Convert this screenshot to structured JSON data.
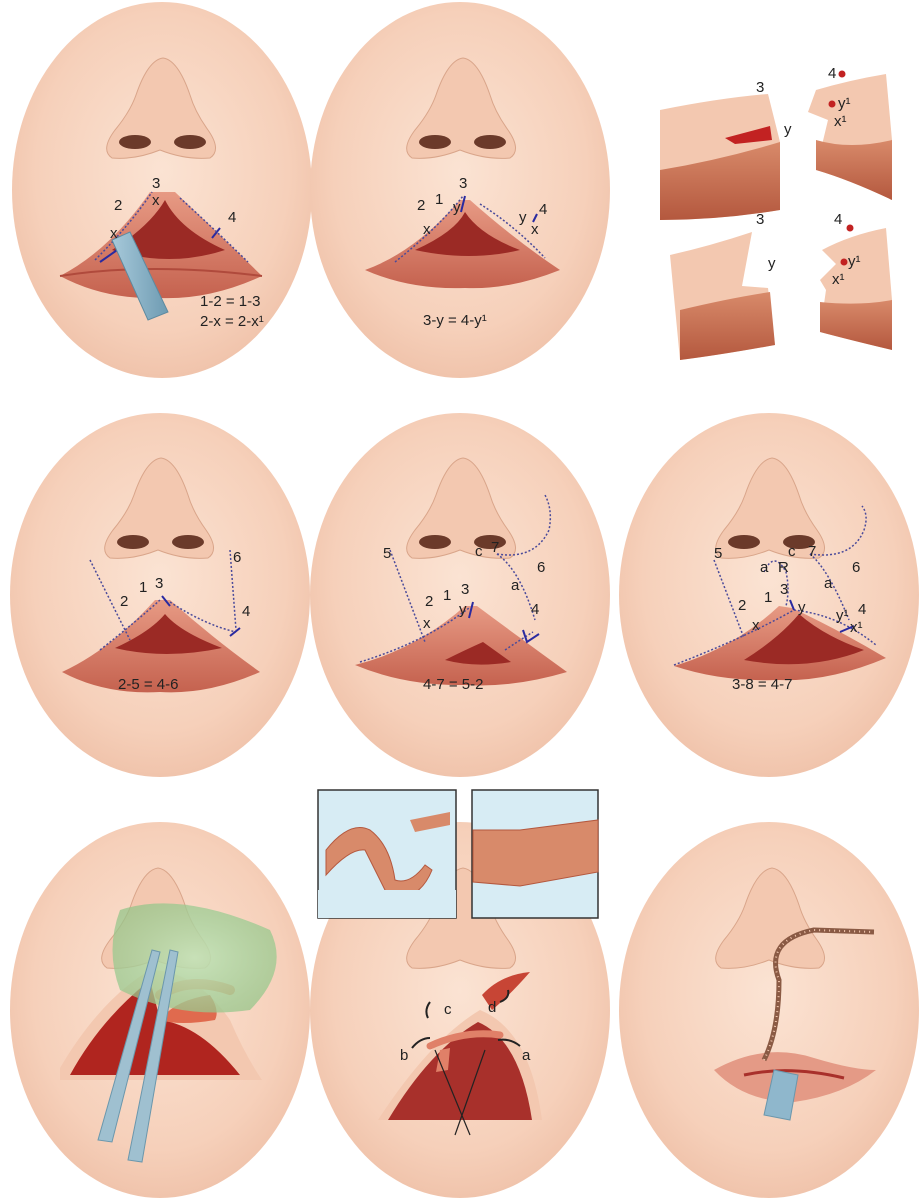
{
  "figure": {
    "panel1": {
      "labels": {
        "n2": "2",
        "n3": "3",
        "nx1": "x",
        "nx2": "x",
        "n4": "4"
      },
      "equations": [
        "1-2 = 1-3",
        "2-x = 2-x¹"
      ]
    },
    "panel2": {
      "labels": {
        "n2": "2",
        "n1": "1",
        "n3": "3",
        "ny1": "y",
        "nx": "x",
        "ny2": "y",
        "n4": "4",
        "nx2": "x"
      },
      "equation": "3-y = 4-y¹"
    },
    "panel3": {
      "labels": {
        "t3": "3",
        "ty": "y",
        "t4": "4",
        "ty1": "y¹",
        "tx1": "x¹",
        "b3": "3",
        "by": "y",
        "b4": "4",
        "by1": "y¹",
        "bx1": "x¹"
      }
    },
    "panel4": {
      "labels": {
        "n2": "2",
        "n1": "1",
        "n3": "3",
        "n6": "6",
        "n4": "4"
      },
      "equation": "2-5 = 4-6"
    },
    "panel5": {
      "labels": {
        "n5": "5",
        "nc": "c",
        "n7": "7",
        "n6": "6",
        "na": "a",
        "n2": "2",
        "n1": "1",
        "n3": "3",
        "ny": "y",
        "nx": "x",
        "n4": "4"
      },
      "equation": "4-7 = 5-2"
    },
    "panel6": {
      "labels": {
        "n5": "5",
        "na1": "a",
        "nR": "R",
        "nc": "c",
        "n7": "7",
        "na2": "a",
        "n6": "6",
        "n2": "2",
        "n1": "1",
        "n3": "3",
        "ny": "y",
        "nx": "x",
        "ny1": "y¹",
        "n4": "4",
        "nx1": "x¹"
      },
      "equation": "3-8 = 4-7"
    },
    "panel8": {
      "labels": {
        "nc": "c",
        "nd": "d",
        "nb": "b",
        "na": "a"
      }
    },
    "colors": {
      "skin": "#f8d6c2",
      "skin_shade": "#e9b59a",
      "lip": "#d9826e",
      "mouth": "#a8302b",
      "muscle": "#c9714f",
      "dotted": "#4a4a9a",
      "marker": "#2a2aa0",
      "instrument": "#8fb7cc",
      "green_glove": "#a8d6a0",
      "inset_bg": "#d7ecf4",
      "red_dot": "#c22222"
    }
  }
}
